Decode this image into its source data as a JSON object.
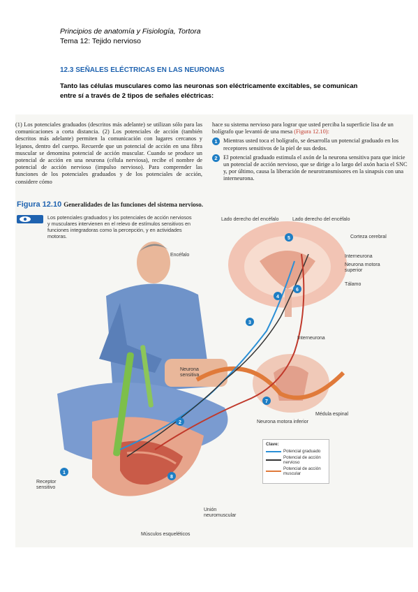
{
  "header": {
    "course": "Principios de anatomía y Fisiología, Tortora",
    "topic": "Tema 12: Tejido nervioso"
  },
  "section_title": "12.3 SEÑALES ELÉCTRICAS EN LAS NEURONAS",
  "intro": "Tanto las células musculares como las neuronas son eléctricamente excitables, se comunican entre sí a través de 2 tipos de señales eléctricas:",
  "book": {
    "left_col": "(1) Los potenciales graduados (descritos más adelante) se utilizan sólo para las comunicaciones a corta distancia. (2) Los potenciales de acción (también descritos más adelante) permiten la comunicación con lugares cercanos y lejanos, dentro del cuerpo. Recuerde que un potencial de acción en una fibra muscular se denomina potencial de acción muscular. Cuando se produce un potencial de acción en una neurona (célula nerviosa), recibe el nombre de potencial de acción nervioso (impulso nervioso). Para comprender las funciones de los potenciales graduados y de los potenciales de acción, considere cómo",
    "right_intro": "hace su sistema nervioso para lograr que usted perciba la superficie lisa de un bolígrafo que levantó de una mesa",
    "right_ref": "(Figura 12.10):",
    "steps": [
      {
        "n": "1",
        "text": "Mientras usted toca el bolígrafo, se desarrolla un potencial graduado en los receptores sensitivos de la piel de sus dedos."
      },
      {
        "n": "2",
        "text": "El potencial graduado estimula el axón de la neurona sensitiva para que inicie un potencial de acción nervioso, que se dirige a lo largo del axón hacia el SNC y, por último, causa la liberación de neurotransmisores en la sinapsis con una interneurona."
      }
    ],
    "figure_num": "Figura 12.10",
    "figure_title": "Generalidades de las funciones del sistema nervioso.",
    "figure_caption": "Los potenciales graduados y los potenciales de acción nerviosos y musculares intervienen en el relevo de estímulos sensitivos en funciones integradoras como la percepción, y en actividades motoras.",
    "labels": {
      "encefalo": "Encéfalo",
      "lado1": "Lado derecho del encéfalo",
      "lado2": "Lado derecho del encéfalo",
      "corteza": "Corteza cerebral",
      "interneurona1": "Interneurona",
      "motora_sup": "Neurona motora superior",
      "talamo": "Tálamo",
      "interneurona2": "Interneurona",
      "sensitiva": "Neurona sensitiva",
      "medula": "Médula espinal",
      "motora_inf": "Neurona motora inferior",
      "receptor": "Receptor sensitivo",
      "union": "Unión neuromuscular",
      "musculos": "Músculos esqueléticos"
    },
    "markers": [
      "1",
      "2",
      "3",
      "4",
      "5",
      "6",
      "7",
      "8"
    ],
    "key": {
      "title": "Clave:",
      "items": [
        "Potencial graduado",
        "Potencial de acción nervioso",
        "Potencial de acción muscular"
      ],
      "colors": [
        "#2a8fd6",
        "#333333",
        "#e07a3a"
      ]
    }
  }
}
